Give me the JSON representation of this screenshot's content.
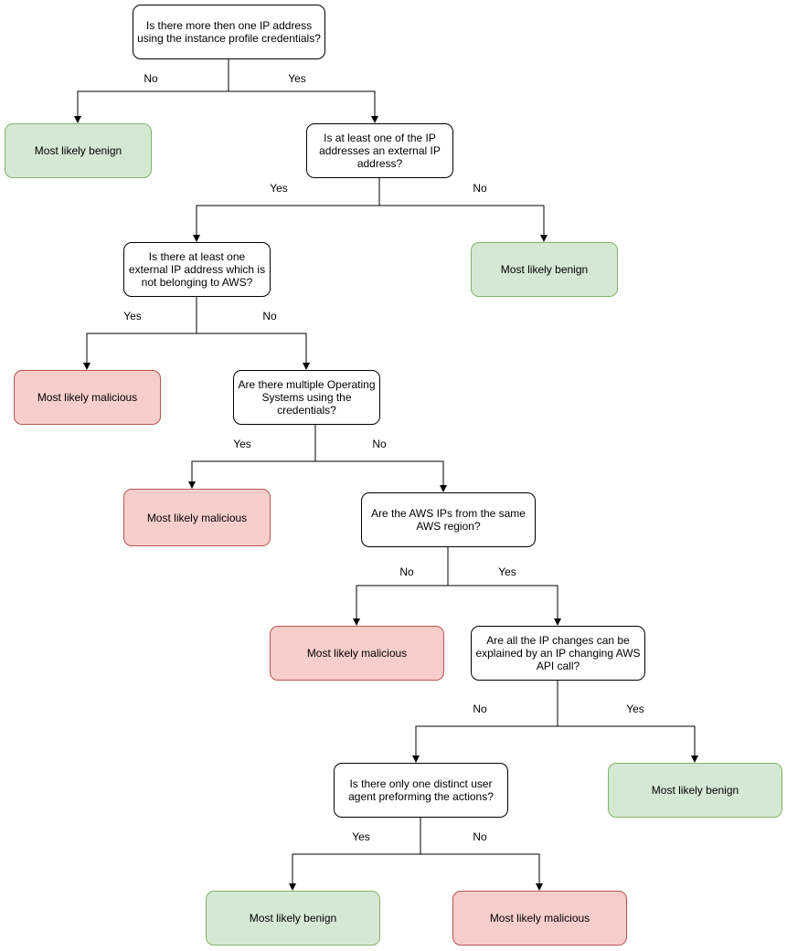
{
  "questions": [
    "Is there more then one IP address using the instance profile credentials?",
    "Is at least one of the IP addresses an external IP address?",
    "Is there at least one external IP address which is not belonging to AWS?",
    "Are there multiple Operating Systems using the credentials?",
    "Are the AWS IPs from the same AWS region?",
    "Are all the IP changes can be explained by an IP changing AWS API call?",
    "Is there only one distinct user agent preforming the actions?"
  ],
  "outcomes": {
    "benign": "Most likely benign",
    "malicious": "Most likely malicious"
  },
  "branch_labels": {
    "yes": "Yes",
    "no": "No"
  },
  "colors": {
    "benign_fill": "#d5e8d4",
    "benign_stroke": "#82b366",
    "malicious_fill": "#f8cecc",
    "malicious_stroke": "#b85450",
    "edge": "#000000"
  }
}
